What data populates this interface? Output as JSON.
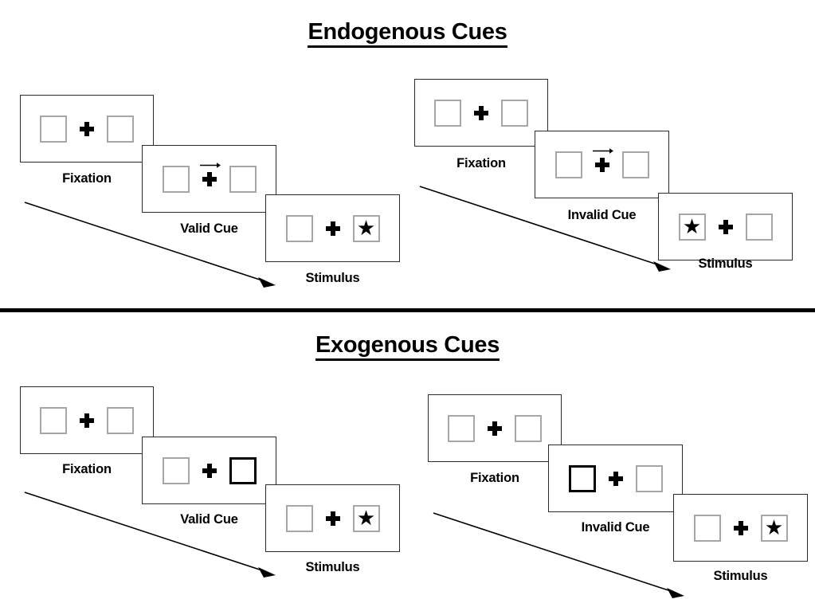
{
  "figure": {
    "title_top": "Endogenous Cues",
    "title_bottom": "Exogenous Cues",
    "colors": {
      "ink": "#000000",
      "panel_border": "#2b2b2b",
      "box_border": "#a6a6a6",
      "cued_box_border": "#000000",
      "background": "#ffffff"
    }
  },
  "sections": [
    {
      "name": "endogenous",
      "title": "Endogenous Cues",
      "cue_type": "central-arrow",
      "sequences": [
        {
          "name": "valid",
          "steps": [
            {
              "label": "Fixation",
              "cue": "none",
              "arrow": "none",
              "stimulus": "none"
            },
            {
              "label": "Valid Cue",
              "cue": "arrow",
              "arrow": "right",
              "stimulus": "none"
            },
            {
              "label": "Stimulus",
              "cue": "none",
              "arrow": "none",
              "stimulus": "right"
            }
          ]
        },
        {
          "name": "invalid",
          "steps": [
            {
              "label": "Fixation",
              "cue": "none",
              "arrow": "none",
              "stimulus": "none"
            },
            {
              "label": "Invalid Cue",
              "cue": "arrow",
              "arrow": "right",
              "stimulus": "none"
            },
            {
              "label": "Stimulus",
              "cue": "none",
              "arrow": "none",
              "stimulus": "left"
            }
          ]
        }
      ]
    },
    {
      "name": "exogenous",
      "title": "Exogenous Cues",
      "cue_type": "peripheral-box-flash",
      "sequences": [
        {
          "name": "valid",
          "steps": [
            {
              "label": "Fixation",
              "cue": "none",
              "arrow": "none",
              "stimulus": "none"
            },
            {
              "label": "Valid Cue",
              "cue": "right",
              "arrow": "none",
              "stimulus": "none"
            },
            {
              "label": "Stimulus",
              "cue": "none",
              "arrow": "none",
              "stimulus": "right"
            }
          ]
        },
        {
          "name": "invalid",
          "steps": [
            {
              "label": "Fixation",
              "cue": "none",
              "arrow": "none",
              "stimulus": "none"
            },
            {
              "label": "Invalid Cue",
              "cue": "left",
              "arrow": "none",
              "stimulus": "none"
            },
            {
              "label": "Stimulus",
              "cue": "none",
              "arrow": "none",
              "stimulus": "right"
            }
          ]
        }
      ]
    }
  ],
  "labels": {
    "fixation": "Fixation",
    "valid_cue": "Valid Cue",
    "invalid_cue": "Invalid Cue",
    "stimulus": "Stimulus"
  },
  "glyphs": {
    "star": "★",
    "fixation_cross": "plus-sign",
    "time_arrow": "diagonal-arrow-down-right",
    "cue_arrow": "arrow-right"
  }
}
